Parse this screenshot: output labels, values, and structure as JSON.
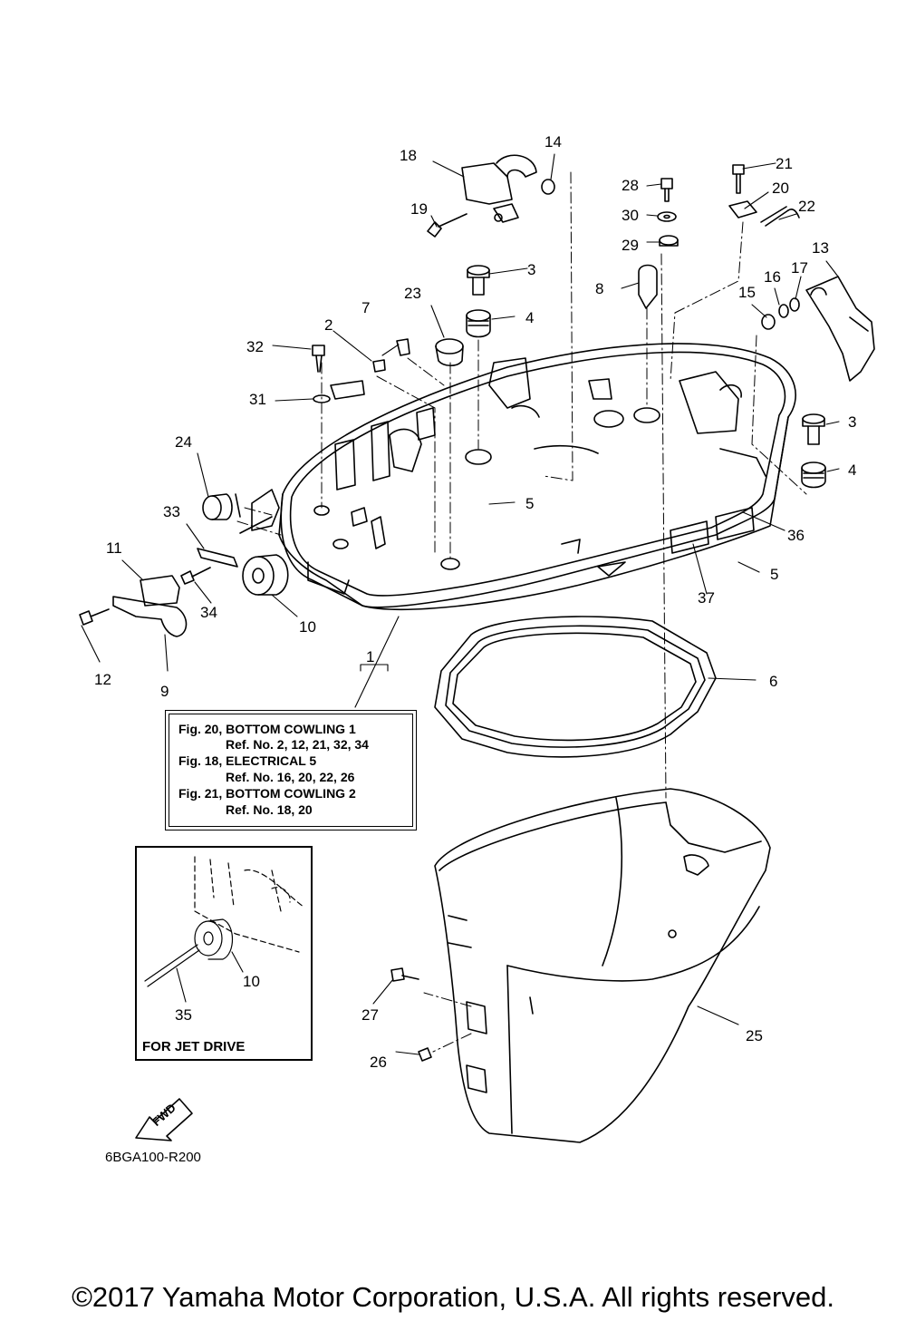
{
  "diagram": {
    "title": "Bottom Cowling 1",
    "callouts": [
      "1",
      "2",
      "3",
      "3",
      "4",
      "4",
      "5",
      "5",
      "6",
      "7",
      "8",
      "9",
      "10",
      "10",
      "11",
      "12",
      "13",
      "14",
      "15",
      "16",
      "17",
      "18",
      "19",
      "20",
      "21",
      "22",
      "23",
      "24",
      "25",
      "26",
      "27",
      "28",
      "29",
      "30",
      "31",
      "32",
      "33",
      "34",
      "35",
      "36",
      "37"
    ],
    "reference_note": {
      "line1": "Fig. 20, BOTTOM COWLING 1",
      "line2": "Ref. No. 2, 12, 21, 32, 34",
      "line3": "Fig. 18, ELECTRICAL 5",
      "line4": "Ref. No. 16, 20, 22, 26",
      "line5": "Fig. 21, BOTTOM COWLING 2",
      "line6": "Ref. No. 18, 20"
    },
    "inset_label": "FOR JET DRIVE",
    "fwd_label": "FWD",
    "drawing_code": "6BGA100-R200"
  },
  "footer": {
    "copyright": "©2017 Yamaha Motor Corporation, U.S.A. All rights reserved."
  }
}
